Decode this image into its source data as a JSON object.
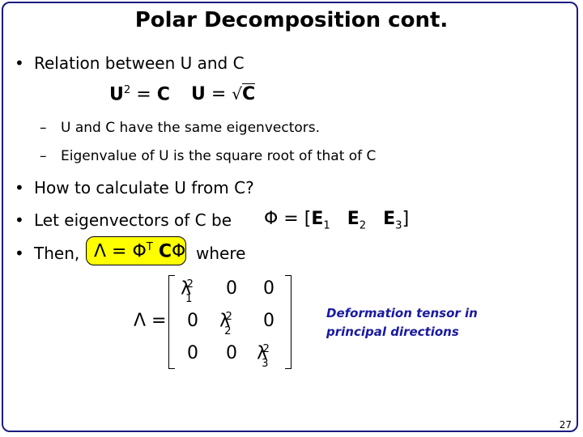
{
  "slide": {
    "title": "Polar Decomposition cont.",
    "bullets": [
      "Relation between U and C",
      "How to calculate U from C?",
      "Let eigenvectors of C be",
      "Then,"
    ],
    "where_label": "where",
    "sub_bullets": [
      "U and C have the same eigenvectors.",
      "Eigenvalue of U is the square root of that of C"
    ],
    "annotation_lines": [
      "Deformation tensor in",
      "principal directions"
    ],
    "page_number": "27"
  },
  "colors": {
    "border": "#1a1a80",
    "highlight": "#ffff00",
    "annotation": "#1a1aa0"
  }
}
